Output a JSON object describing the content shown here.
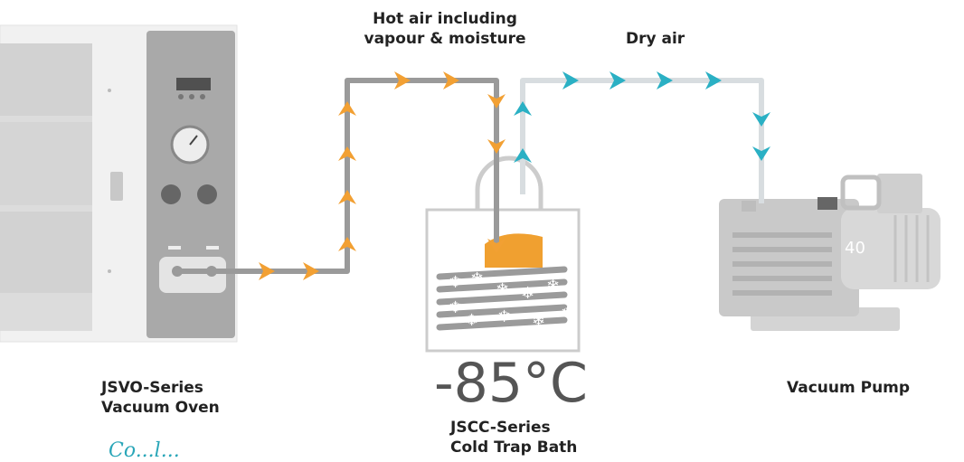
{
  "labels": {
    "hot_air_line1": "Hot air including",
    "hot_air_line2": "vapour & moisture",
    "dry_air": "Dry air",
    "oven_line1": "JSVO-Series",
    "oven_line2": "Vacuum Oven",
    "trap_line1": "JSCC-Series",
    "trap_line2": "Cold Trap Bath",
    "pump": "Vacuum Pump",
    "temperature": "-85°C",
    "footer_text": "Co...l..."
  },
  "pump_model_number": "40",
  "colors": {
    "hot_arrow": "#f2a033",
    "dry_arrow": "#2ab0c4",
    "pipe_hot": "#9a9a9a",
    "pipe_dry": "#d8dde0"
  }
}
